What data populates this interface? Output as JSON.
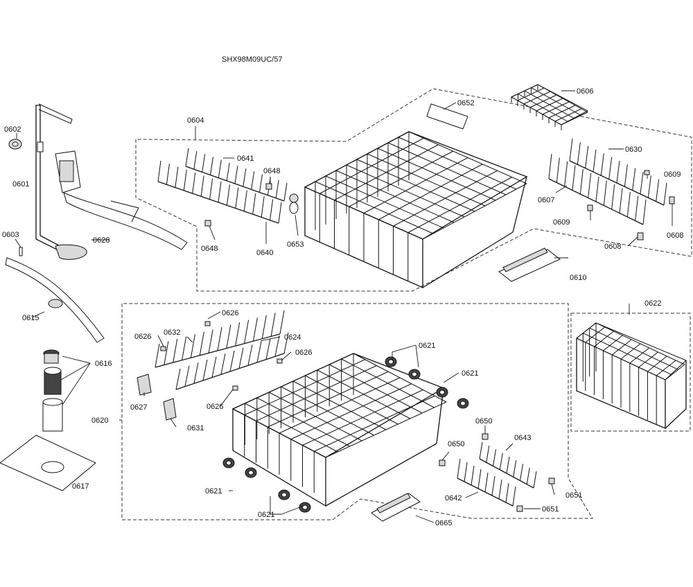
{
  "model_number": "SHX98M09UC/57",
  "callouts": {
    "c0601": "0601",
    "c0602": "0602",
    "c0603": "0603",
    "c0604": "0604",
    "c0606": "0606",
    "c0607": "0607",
    "c0608a": "0608",
    "c0608b": "0608",
    "c0609a": "0609",
    "c0609b": "0609",
    "c0610": "0610",
    "c0615": "0615",
    "c0616": "0616",
    "c0617": "0617",
    "c0620": "0620",
    "c0621a": "0621",
    "c0621b": "0621",
    "c0621c": "0621",
    "c0621d": "0621",
    "c0622": "0622",
    "c0624": "0624",
    "c0626a": "0626",
    "c0626b": "0626",
    "c0626c": "0626",
    "c0626d": "0626",
    "c0627": "0627",
    "c0628": "0628",
    "c0630": "0630",
    "c0631": "0631",
    "c0632": "0632",
    "c0640": "0640",
    "c0641": "0641",
    "c0642": "0642",
    "c0643": "0643",
    "c0648a": "0648",
    "c0648b": "0648",
    "c0650a": "0650",
    "c0650b": "0650",
    "c0651a": "0651",
    "c0651b": "0651",
    "c0652": "0652",
    "c0653": "0653",
    "c0665": "0665"
  }
}
